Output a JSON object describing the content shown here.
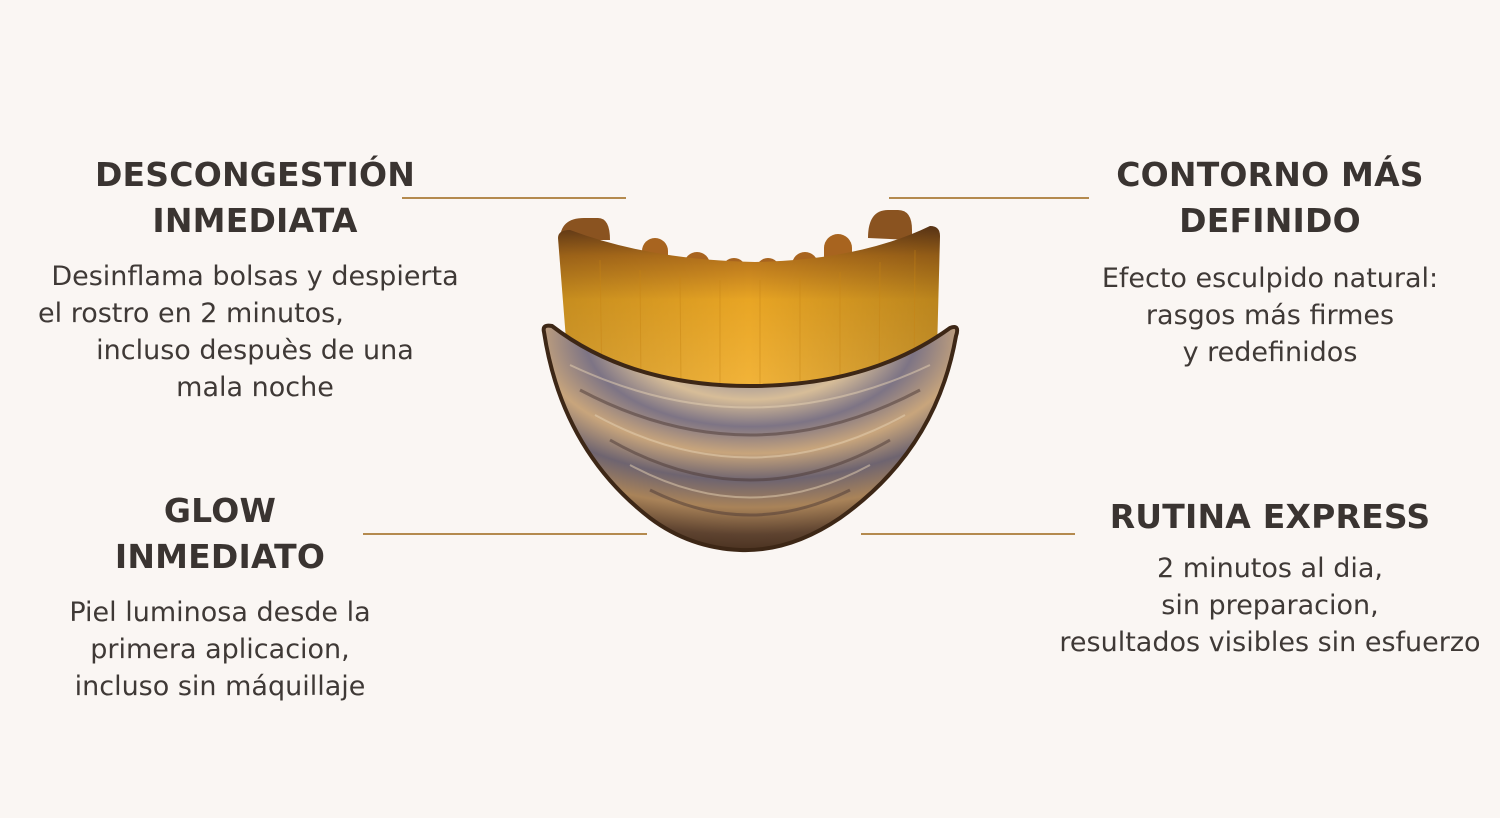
{
  "features": {
    "top_left": {
      "title_lines": [
        "DESCONGESTIÓN",
        "INMEDIATA"
      ],
      "desc_lines": [
        "Desinflama bolsas y despierta",
        "el rostro en 2 minutos,",
        "incluso despuès de una",
        "mala noche"
      ]
    },
    "top_right": {
      "title_lines": [
        "CONTORNO MÁS",
        "DEFINIDO"
      ],
      "desc_lines": [
        "Efecto esculpido natural:",
        "rasgos más firmes",
        "y redefinidos"
      ]
    },
    "bottom_left": {
      "title_lines": [
        "GLOW",
        "INMEDIATO"
      ],
      "desc_lines": [
        "Piel luminosa desde la",
        "primera aplicacion,",
        "incluso sin máquillaje"
      ]
    },
    "bottom_right": {
      "title_lines": [
        "RUTINA EXPRESS"
      ],
      "desc_lines": [
        "2 minutos al dia,",
        "sin preparacion,",
        "resultados visibles sin esfuerzo"
      ]
    }
  },
  "colors": {
    "background": "#faf6f3",
    "text": "#3a3431",
    "accent_line": "#b48a4e",
    "bristle_gold": "#d99a1e",
    "wood_dark": "#5a3a22"
  },
  "product_image": {
    "icon": "wooden-face-brush-icon"
  }
}
